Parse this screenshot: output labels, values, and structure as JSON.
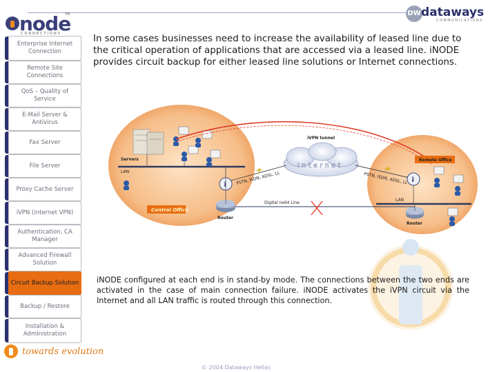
{
  "brand": {
    "name": "node",
    "sub": "CONNECTIONS",
    "tm": "TM"
  },
  "partner": {
    "badge": "DW",
    "name": "dataways",
    "sub": "COMMUNICATIONS"
  },
  "sidebar": {
    "items": [
      {
        "label": "Enterprise Internet Connection",
        "active": false
      },
      {
        "label": "Remote Site Connections",
        "active": false
      },
      {
        "label": "QoS – Quality of Service",
        "active": false
      },
      {
        "label": "E-Mail Server & Antivirus",
        "active": false
      },
      {
        "label": "Fax Server",
        "active": false
      },
      {
        "label": "File Server",
        "active": false
      },
      {
        "label": "Proxy Cache Server",
        "active": false
      },
      {
        "label": "iVPN (internet VPN)",
        "active": false
      },
      {
        "label": "Authentication, CA Manager",
        "active": false
      },
      {
        "label": "Advanced Firewall Solution",
        "active": false
      },
      {
        "label": "Circuit Backup Solution",
        "active": true
      },
      {
        "label": "Backup / Restore",
        "active": false
      },
      {
        "label": "Installation & Administration",
        "active": false
      }
    ]
  },
  "intro": "In some cases businesses need to increase the availability of leased line due to the critical operation of applications that are accessed via a leased line.  iNODE provides circuit backup for either leased line solutions or Internet connections.",
  "diagram": {
    "servers": "Servers",
    "lan_left": "LAN",
    "lan_right": "LAN",
    "router_left": "Router",
    "router_right": "Router",
    "central_office": "Central Office",
    "remote_office": "Remote Office",
    "ivpn_tunnel": "iVPN tunnel",
    "internet": "I n t e r n e t",
    "pstn_left": "PSTN, ISDN, ADSL, LL",
    "pstn_right": "PSTN, ISDN, ADSL, LL",
    "digital_line": "Digital nx64 Line"
  },
  "note": "iNODE configured at each end is in stand-by mode. The connections between the two ends are activated in the case of main connection failure. iNODE activates the iVPN circuit via the Internet and all LAN traffic is routed through this connection.",
  "footer": {
    "tagline": "towards evolution",
    "copyright": "© 2004 Dataways Hellas"
  },
  "colors": {
    "accent": "#e86d12",
    "navy": "#2c3170",
    "ellipse": "#f3b985"
  }
}
